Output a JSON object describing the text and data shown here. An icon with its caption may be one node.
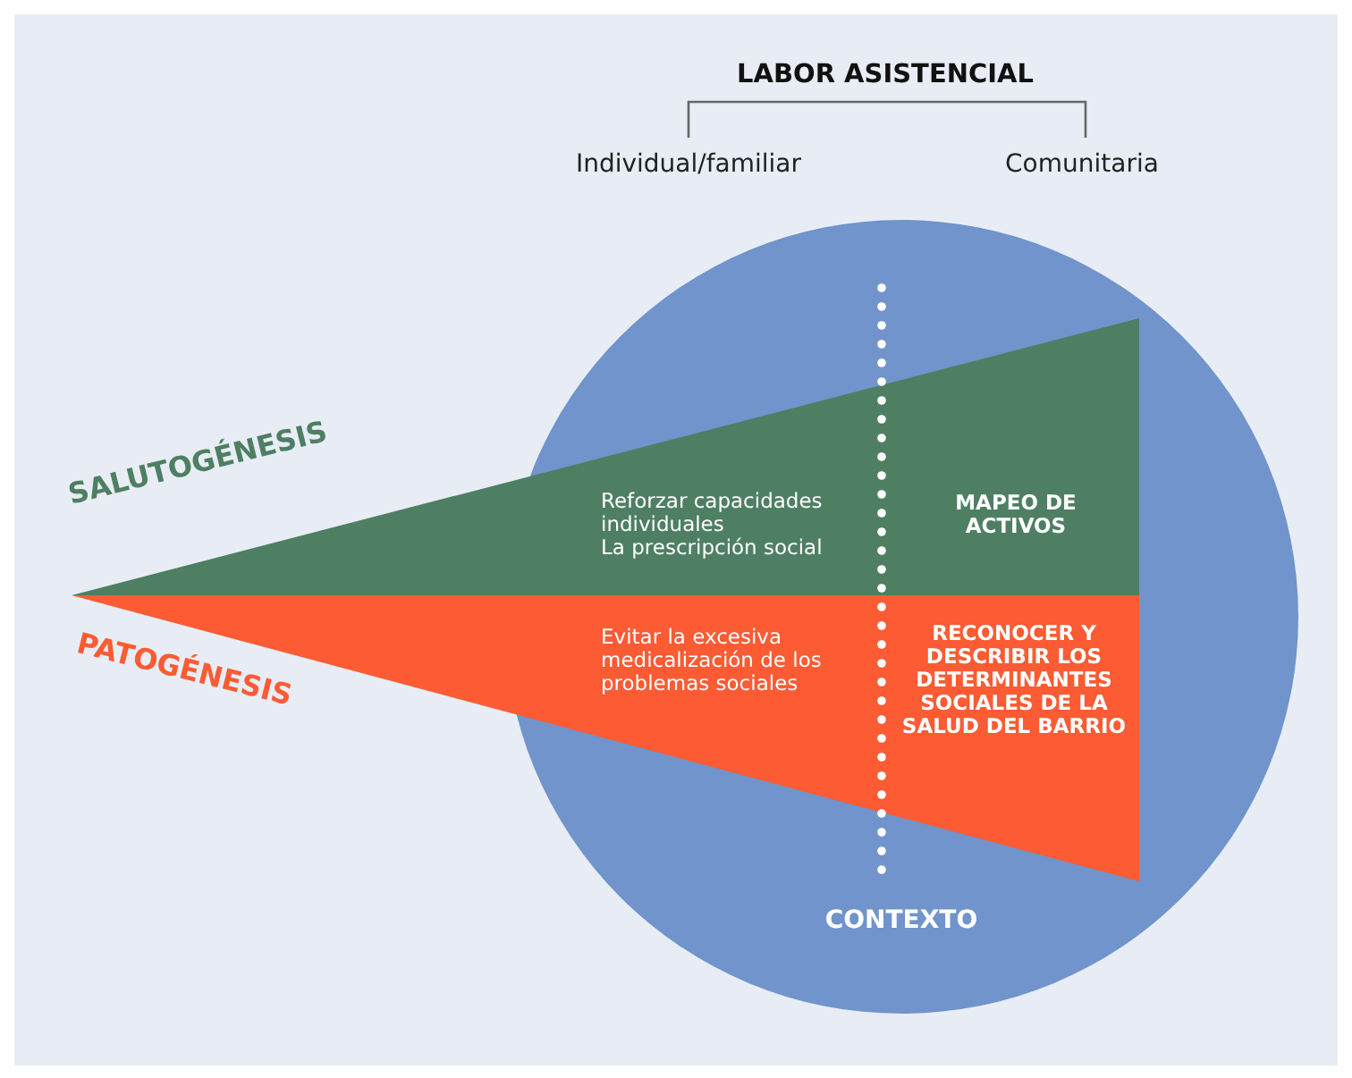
{
  "diagram": {
    "nodes": [
      {
        "text": [
          "CONTEXTO"
        ]
      },
      {
        "text": [
          "SALUTOGÉNESIS",
          "Reforzar capacidades individuales",
          "La prescripción social",
          "MAPEO DE ACTIVOS"
        ]
      },
      {
        "text": [
          "PATOGÉNESIS",
          "Evitar la excesiva medicalización de los problemas sociales",
          "RECONOCER Y DESCRIBIR LOS DETERMINANTES SOCIALES DE LA SALUD DEL BARRIO"
        ]
      }
    ],
    "edges": [],
    "labels": [
      "LABOR ASISTENCIAL",
      "Individual/familiar",
      "Comunitaria"
    ]
  }
}
